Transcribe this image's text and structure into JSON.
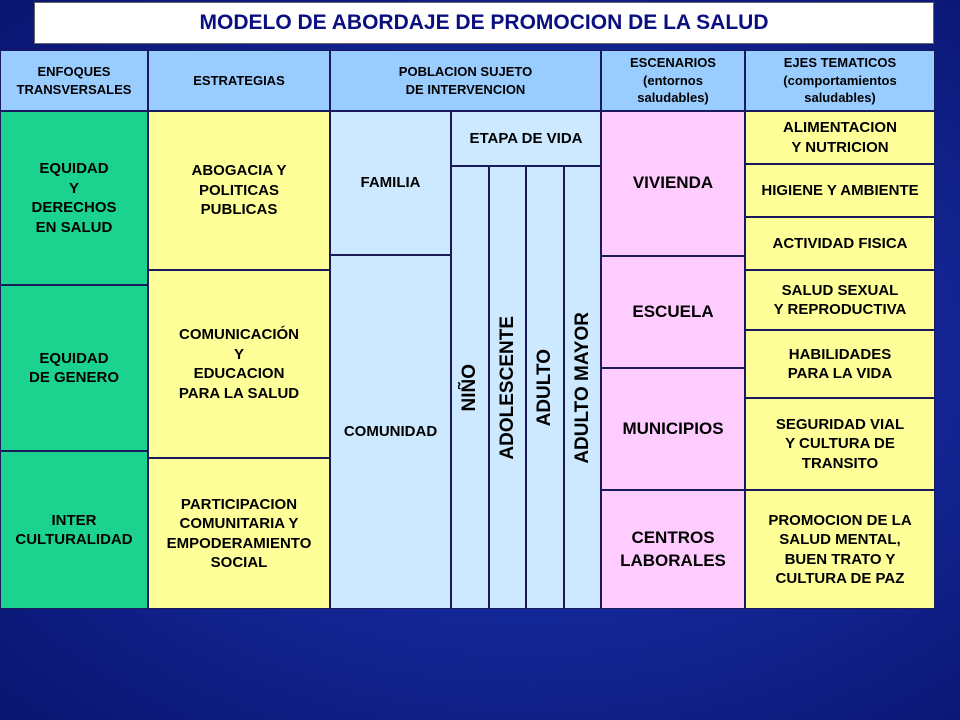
{
  "title": "MODELO  DE ABORDAJE DE PROMOCION DE LA SALUD",
  "headers": {
    "enfoques": "ENFOQUES\nTRANSVERSALES",
    "estrategias": "ESTRATEGIAS",
    "poblacion": "POBLACION SUJETO\nDE INTERVENCION",
    "escenarios": "ESCENARIOS\n(entornos\nsaludables)",
    "ejes": "EJES TEMATICOS\n(comportamientos\nsaludables)"
  },
  "enfoques": [
    "EQUIDAD\nY\nDERECHOS\nEN SALUD",
    "EQUIDAD\nDE GENERO",
    "INTER\nCULTURALIDAD"
  ],
  "estrategias": [
    "ABOGACIA Y\nPOLITICAS\nPUBLICAS",
    "COMUNICACIÓN\nY\nEDUCACION\nPARA LA SALUD",
    "PARTICIPACION\nCOMUNITARIA Y\nEMPODERAMIENTO\nSOCIAL"
  ],
  "poblacion": {
    "familia": "FAMILIA",
    "comunidad": "COMUNIDAD",
    "etapa_de_vida": "ETAPA DE VIDA",
    "etapas": [
      "NIÑO",
      "ADOLESCENTE",
      "ADULTO",
      "ADULTO MAYOR"
    ]
  },
  "escenarios": [
    "VIVIENDA",
    "ESCUELA",
    "MUNICIPIOS",
    "CENTROS\nLABORALES"
  ],
  "ejes": [
    "ALIMENTACION\nY NUTRICION",
    "HIGIENE Y AMBIENTE",
    "ACTIVIDAD FISICA",
    "SALUD SEXUAL\nY REPRODUCTIVA",
    "HABILIDADES\nPARA LA VIDA",
    "SEGURIDAD VIAL\nY CULTURA DE\nTRANSITO",
    "PROMOCION DE LA\nSALUD MENTAL,\nBUEN TRATO Y\nCULTURA DE PAZ"
  ],
  "colors": {
    "background": "#14289a",
    "header": "#99ccff",
    "enfoques": "#1bd38f",
    "estrategias": "#ffff99",
    "poblacion": "#cce9ff",
    "escenarios": "#ffccff",
    "ejes": "#ffff99",
    "title_text": "#0a0f80"
  }
}
